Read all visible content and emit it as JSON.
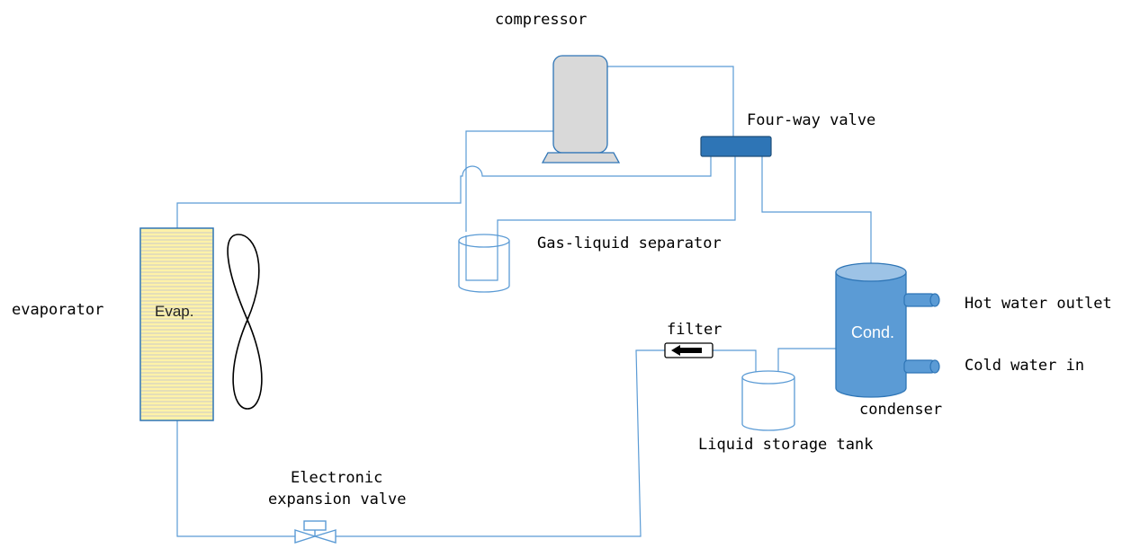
{
  "labels": {
    "compressor": "compressor",
    "four_way_valve": "Four-way valve",
    "gas_liquid_separator": "Gas-liquid separator",
    "evaporator": "evaporator",
    "evaporator_short": "Evap.",
    "condenser": "condenser",
    "condenser_short": "Cond.",
    "hot_water_outlet": "Hot water outlet",
    "cold_water_in": "Cold water in",
    "filter": "filter",
    "liquid_storage_tank": "Liquid storage tank",
    "expansion_valve_line1": "Electronic",
    "expansion_valve_line2": "expansion valve"
  },
  "colors": {
    "pipe": "#5b9bd5",
    "condenser_fill": "#5b9bd5",
    "condenser_top": "#9dc3e6",
    "valve_fill": "#2e75b6",
    "compressor_fill": "#d9d9d9",
    "evaporator_fill": "#fff2a8",
    "evaporator_line": "#c9c9c9"
  }
}
